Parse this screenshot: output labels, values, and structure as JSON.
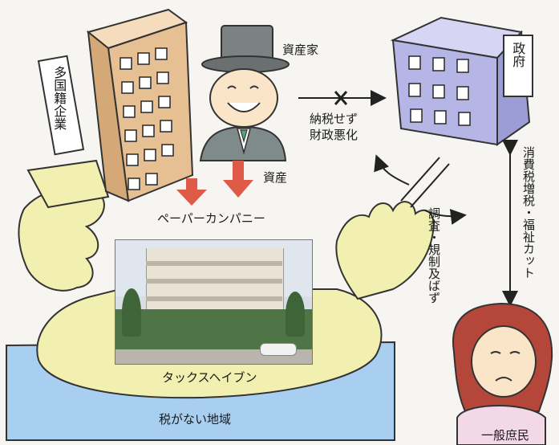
{
  "labels": {
    "multinational": "多国籍企業",
    "capitalist": "資産家",
    "government": "政府",
    "no_tax_line1": "納税せず",
    "no_tax_line2": "財政悪化",
    "assets": "資産",
    "paper_company": "ペーパーカンパニー",
    "tax_haven": "タックスヘイブン",
    "no_tax_region": "税がない地域",
    "tax_increase": "消費税増税・福祉カット",
    "investigation": "調査・規制及ばず",
    "general_public": "一般庶民"
  },
  "colors": {
    "corporate_building": "#e6bf93",
    "government_building": "#b6b6e6",
    "sea": "#a8cff0",
    "land": "#f2f0b0",
    "arrow_red": "#e05a48",
    "suit": "#7f8a8a",
    "tie": "#52a878",
    "skin": "#fbe5c8",
    "hair": "#b5473a"
  },
  "icons": [
    "top-hat-icon",
    "x-mark-icon",
    "arrow-icon"
  ]
}
